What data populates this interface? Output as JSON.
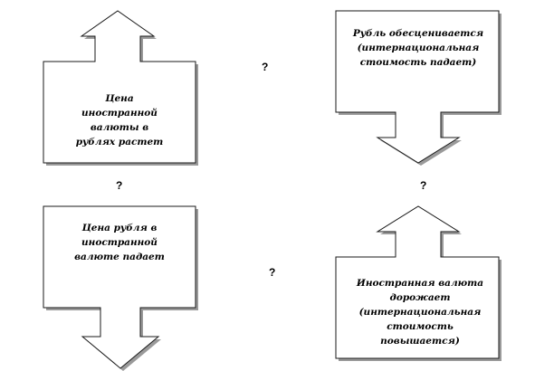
{
  "boxes": {
    "top_left": "Цена иностранной валюты в рублях растет",
    "top_right": "Рубль обесценивается (интернациональная стоимость падает)",
    "bottom_left": "Цена рубля в иностранной валюте падает",
    "bottom_right": "Иностранная валюта дорожает (интернациональная стоимость повышается)"
  },
  "question_marks": {
    "top_center": "?",
    "left_center": "?",
    "right_center": "?",
    "bottom_center": "?"
  }
}
